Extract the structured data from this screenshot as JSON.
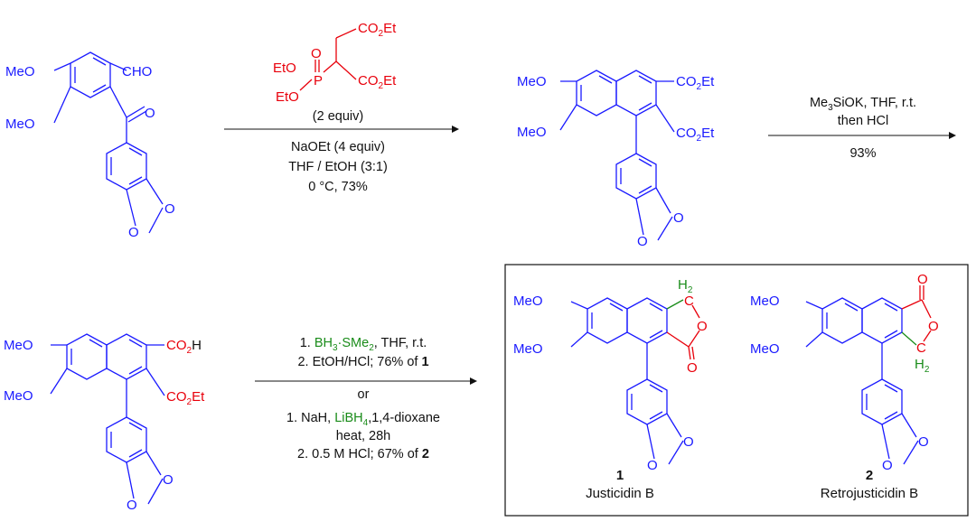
{
  "reaction1": {
    "reagent_equiv": "(2 equiv)",
    "cond_1": "NaOEt (4 equiv)",
    "cond_2": "THF / EtOH (3:1)",
    "cond_3": "0 °C, 73%"
  },
  "reaction2": {
    "cond_1a": "Me",
    "cond_1b": "3",
    "cond_1c": "SiOK, THF, r.t.",
    "cond_2": "then HCl",
    "cond_3": "93%"
  },
  "reaction3": {
    "step1_num": "1. ",
    "step1_reagent": "BH",
    "step1_sub3": "3",
    "step1_rest": "·SMe",
    "step1_sub2": "2",
    "step1_tail": ", THF, r.t.",
    "step2": "2. EtOH/HCl; 76% of ",
    "step2_bold": "1",
    "or": "or",
    "alt1_num": "1. NaH, ",
    "alt1_reagent": "LiBH",
    "alt1_sub": "4",
    "alt1_tail": ",1,4-dioxane",
    "alt2": "heat, 28h",
    "alt3": "2. 0.5 M HCl; 67% of ",
    "alt3_bold": "2"
  },
  "products": {
    "p1_number": "1",
    "p1_name": "Justicidin B",
    "p2_number": "2",
    "p2_name": "Retrojusticidin B"
  },
  "atoms": {
    "MeO": "MeO",
    "CHO": "CHO",
    "O": "O",
    "CO2": "CO",
    "Et": "Et",
    "H": "H",
    "H2": "H",
    "two": "2",
    "EtO": "EtO",
    "P": "P",
    "C": "C"
  },
  "colors": {
    "structure": "#1a1aff",
    "reagent": "#e8000b",
    "highlight": "#1a8c1a",
    "text": "#111111"
  }
}
